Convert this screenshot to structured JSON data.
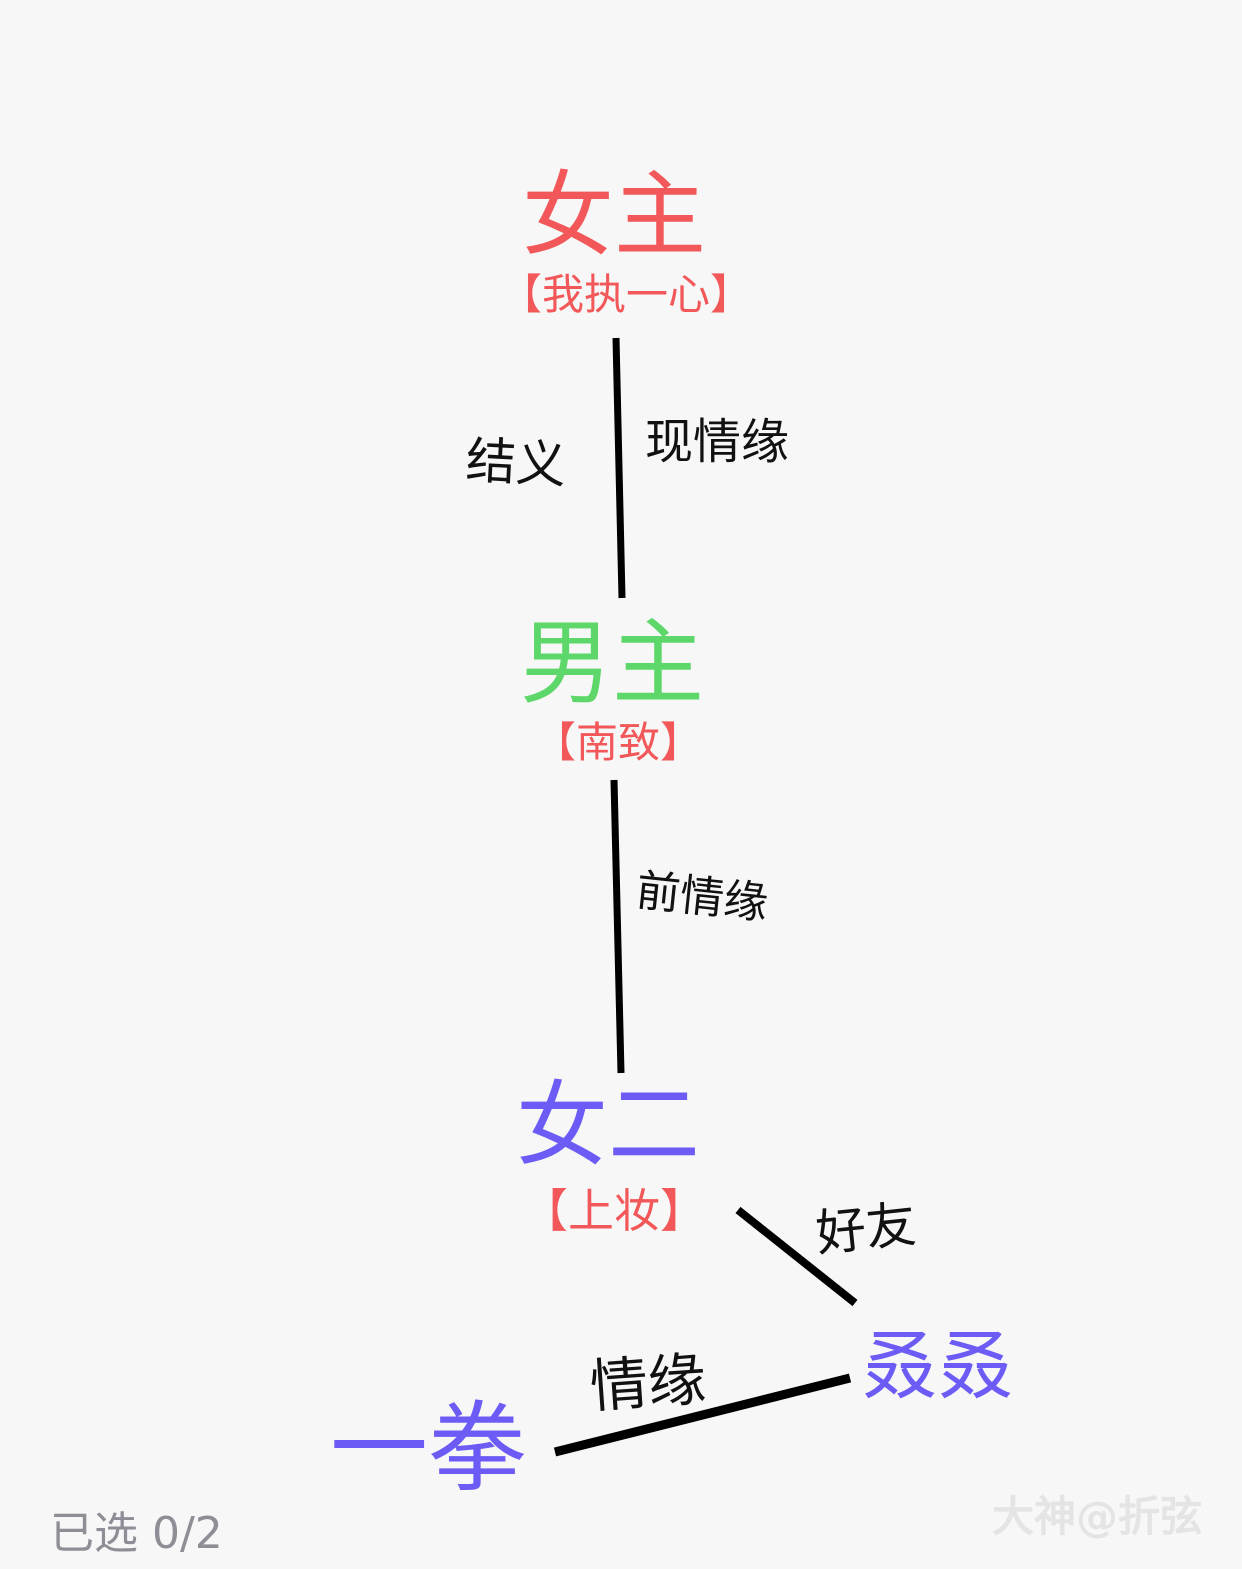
{
  "nodes": {
    "heroine": {
      "name": "女主",
      "tag": "【我执一心】",
      "color": "#f2585a"
    },
    "hero": {
      "name": "男主",
      "tag": "【南致】",
      "color": "#5ed76a"
    },
    "second_female": {
      "name": "女二",
      "tag": "【上妆】",
      "color": "#6c5cf5"
    },
    "friend": {
      "name": "叒叒",
      "color": "#6c5cf5"
    },
    "yiquan": {
      "name": "一拳",
      "color": "#6c5cf5"
    }
  },
  "edges": {
    "heroine_hero_left": "结义",
    "heroine_hero_right": "现情缘",
    "hero_second": "前情缘",
    "second_friend": "好友",
    "friend_yiquan": "情缘"
  },
  "footer": {
    "selected": "已选 0/2"
  },
  "watermark": "大神@折弦",
  "tag_color": "#f2585a",
  "line_color": "#000000"
}
